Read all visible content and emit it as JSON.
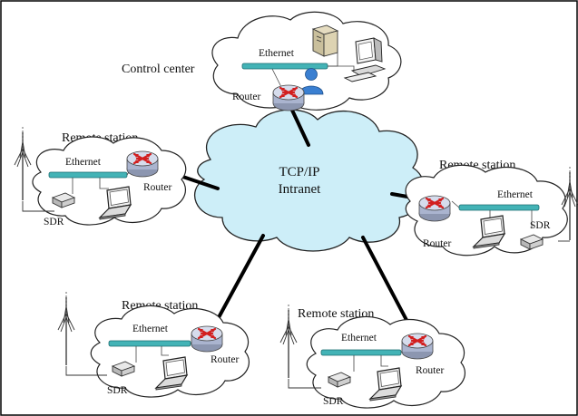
{
  "diagram": {
    "cloud_label_line1": "TCP/IP",
    "cloud_label_line2": "Intranet",
    "control_center": {
      "title": "Control center",
      "ethernet": "Ethernet",
      "router": "Router"
    },
    "stations": [
      {
        "title": "Remote station",
        "ethernet": "Ethernet",
        "router": "Router",
        "sdr": "SDR"
      },
      {
        "title": "Remote station",
        "ethernet": "Ethernet",
        "router": "Router",
        "sdr": "SDR"
      },
      {
        "title": "Remote station",
        "ethernet": "Ethernet",
        "router": "Router",
        "sdr": "SDR"
      },
      {
        "title": "Remote station",
        "ethernet": "Ethernet",
        "router": "Router",
        "sdr": "SDR"
      }
    ],
    "colors": {
      "intranet_cloud": "#cdeef8",
      "ethernet_bar": "#43b3b6",
      "router_body": "#b9c3dc",
      "router_arrows": "#d21f1f",
      "user": "#3a7fd1"
    }
  }
}
